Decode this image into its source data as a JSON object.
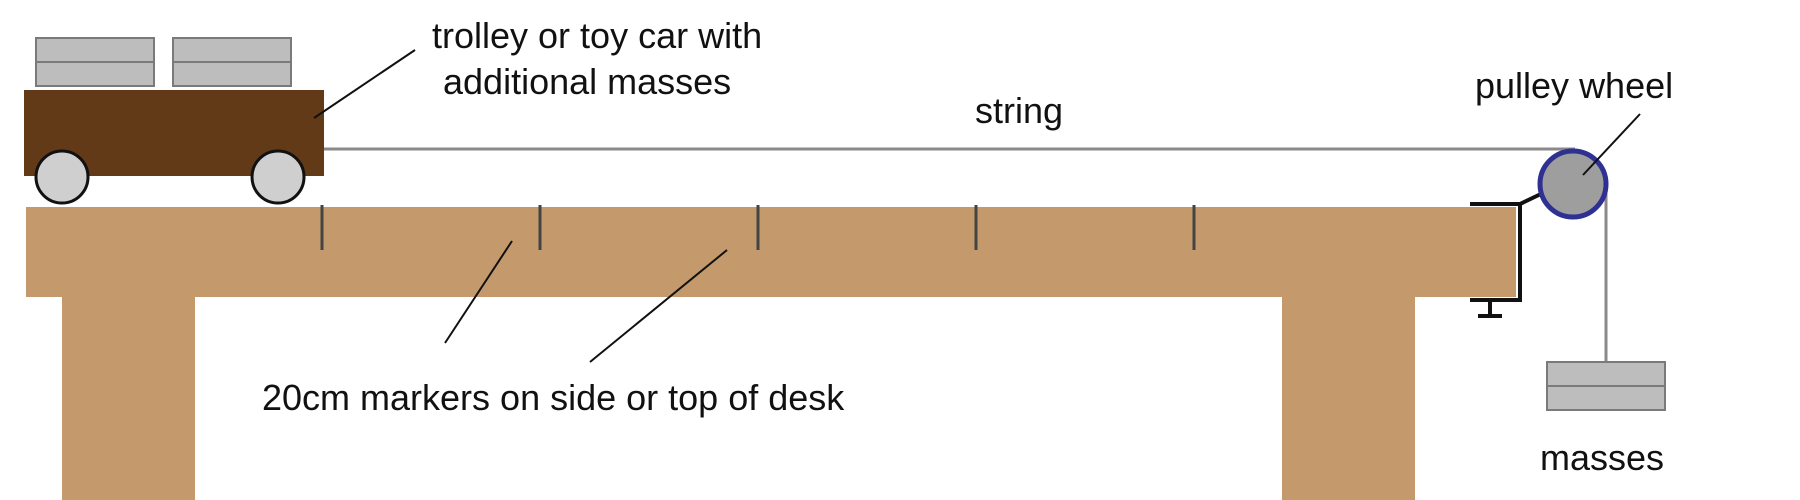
{
  "labels": {
    "trolley_line1": "trolley or toy car with",
    "trolley_line2": "additional masses",
    "string": "string",
    "pulley": "pulley wheel",
    "markers": "20cm markers on side or top of desk",
    "masses": "masses"
  },
  "colors": {
    "desk": "#c49a6c",
    "trolley_body": "#623a17",
    "wheel": "#cfcfcf",
    "mass_block": "#bdbdbd",
    "string": "#8a8a8a",
    "pulley_fill": "#9e9e9e",
    "pulley_rim": "#2e3192",
    "clamp": "#111111",
    "marker": "#444444"
  }
}
